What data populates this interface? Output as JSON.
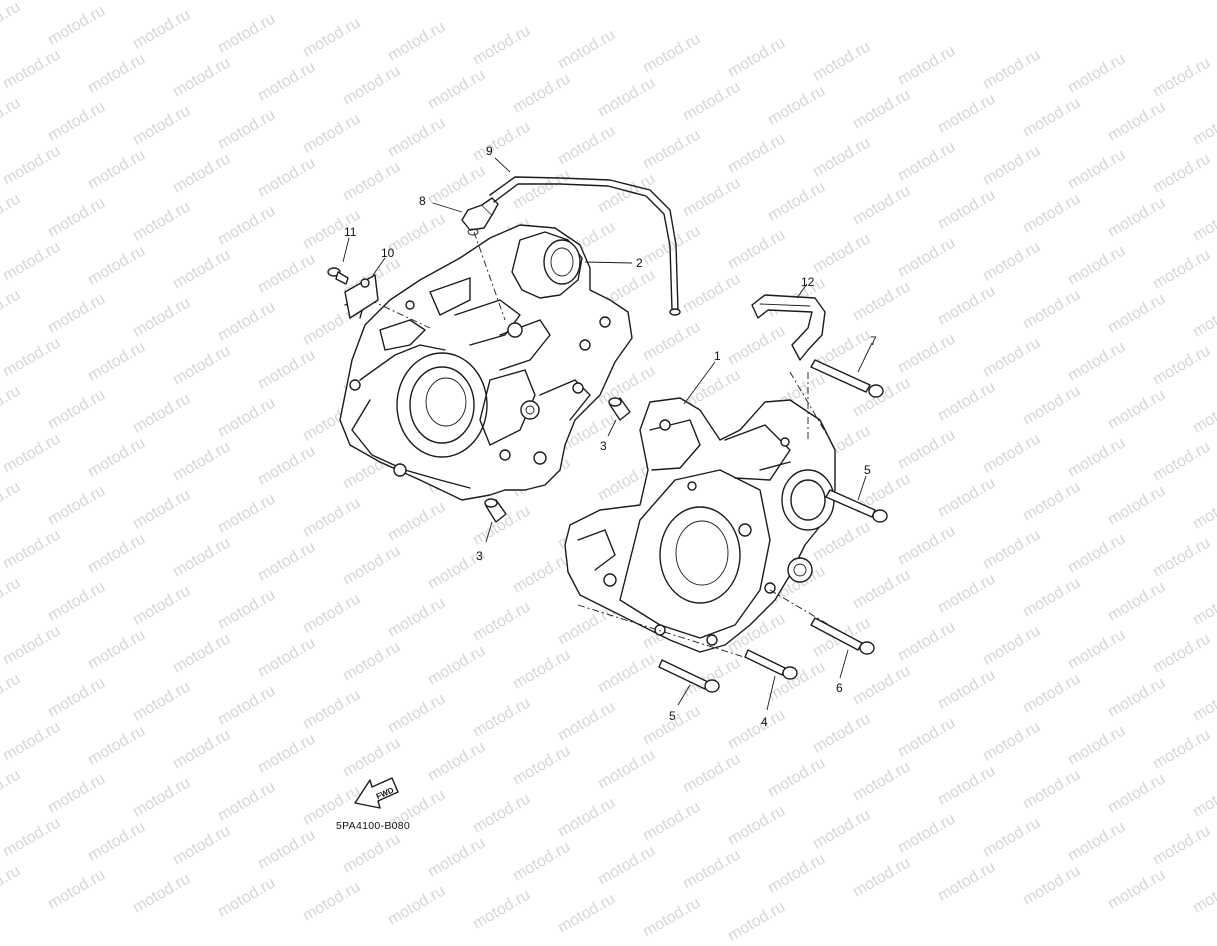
{
  "watermark": {
    "text": "motod.ru",
    "color": "#d6d6d6"
  },
  "diagram_code": "5PA4100-B080",
  "fwd_label": "FWD",
  "callouts": [
    {
      "id": "c1",
      "label": "1"
    },
    {
      "id": "c2",
      "label": "2"
    },
    {
      "id": "c3a",
      "label": "3"
    },
    {
      "id": "c3b",
      "label": "3"
    },
    {
      "id": "c4",
      "label": "4"
    },
    {
      "id": "c5a",
      "label": "5"
    },
    {
      "id": "c5b",
      "label": "5"
    },
    {
      "id": "c6",
      "label": "6"
    },
    {
      "id": "c7",
      "label": "7"
    },
    {
      "id": "c8",
      "label": "8"
    },
    {
      "id": "c9",
      "label": "9"
    },
    {
      "id": "c10",
      "label": "10"
    },
    {
      "id": "c11",
      "label": "11"
    },
    {
      "id": "c12",
      "label": "12"
    }
  ]
}
